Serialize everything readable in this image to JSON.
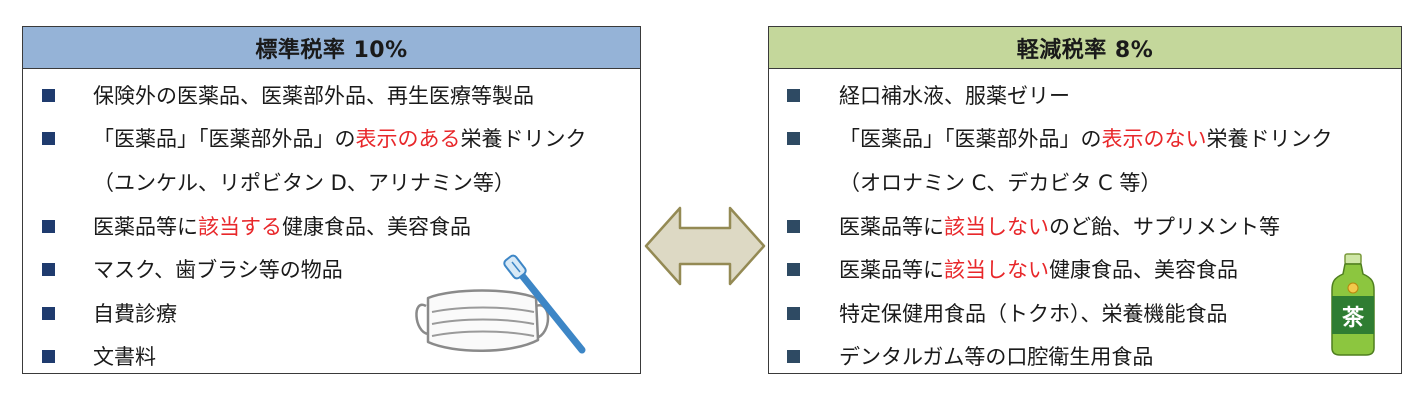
{
  "standard": {
    "title": "標準税率 10%",
    "items": [
      {
        "segments": [
          {
            "text": "保険外の医薬品、医薬部外品、再生医療等製品",
            "red": false
          }
        ]
      },
      {
        "segments": [
          {
            "text": "「医薬品」「医薬部外品」の",
            "red": false
          },
          {
            "text": "表示のある",
            "red": true
          },
          {
            "text": "栄養ドリンク",
            "red": false
          }
        ]
      },
      {
        "cont": true,
        "segments": [
          {
            "text": "（ユンケル、リポビタン D、アリナミン等）",
            "red": false
          }
        ]
      },
      {
        "segments": [
          {
            "text": "医薬品等に",
            "red": false
          },
          {
            "text": "該当する",
            "red": true
          },
          {
            "text": "健康食品、美容食品",
            "red": false
          }
        ]
      },
      {
        "segments": [
          {
            "text": "マスク、歯ブラシ等の物品",
            "red": false
          }
        ]
      },
      {
        "segments": [
          {
            "text": "自費診療",
            "red": false
          }
        ]
      },
      {
        "segments": [
          {
            "text": "文書料",
            "red": false
          }
        ]
      }
    ]
  },
  "reduced": {
    "title": "軽減税率 8%",
    "items": [
      {
        "segments": [
          {
            "text": "経口補水液、服薬ゼリー",
            "red": false
          }
        ]
      },
      {
        "segments": [
          {
            "text": "「医薬品」「医薬部外品」の",
            "red": false
          },
          {
            "text": "表示のない",
            "red": true
          },
          {
            "text": "栄養ドリンク",
            "red": false
          }
        ]
      },
      {
        "cont": true,
        "segments": [
          {
            "text": "（オロナミン C、デカビタ C 等）",
            "red": false
          }
        ]
      },
      {
        "segments": [
          {
            "text": "医薬品等に",
            "red": false
          },
          {
            "text": "該当しない",
            "red": true
          },
          {
            "text": "のど飴、サプリメント等",
            "red": false
          }
        ]
      },
      {
        "segments": [
          {
            "text": "医薬品等に",
            "red": false
          },
          {
            "text": "該当しない",
            "red": true
          },
          {
            "text": "健康食品、美容食品",
            "red": false
          }
        ]
      },
      {
        "segments": [
          {
            "text": "特定保健用食品（トクホ）、栄養機能食品",
            "red": false
          }
        ]
      },
      {
        "segments": [
          {
            "text": "デンタルガム等の口腔衛生用食品",
            "red": false
          }
        ]
      }
    ]
  },
  "illustrations": {
    "bottle_label": "茶"
  },
  "colors": {
    "standard_header": "#95b3d7",
    "reduced_header": "#c4d79b",
    "highlight_red": "#e8272a",
    "arrow_fill": "#ddd9c4",
    "arrow_stroke": "#948a54"
  }
}
